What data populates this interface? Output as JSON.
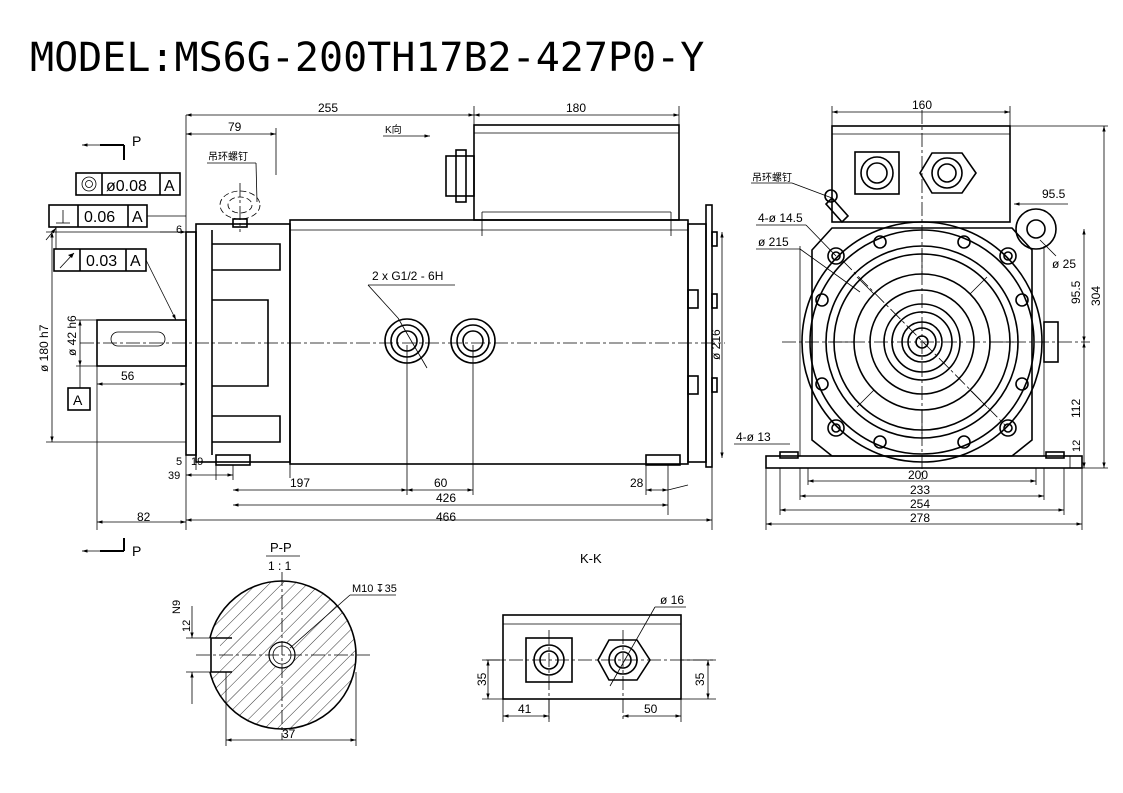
{
  "title": "MODEL:MS6G-200TH17B2-427P0-Y",
  "front_view": {
    "dims": {
      "d255": "255",
      "d180": "180",
      "d79": "79",
      "d6": "6",
      "d5": "5",
      "d39": "39",
      "d19": "19",
      "d197": "197",
      "d60": "60",
      "d426": "426",
      "d466": "466",
      "d82": "82",
      "d56": "56",
      "d28": "28",
      "shaft_dia": "ø 42 h6",
      "flange_dia": "ø 180 h7",
      "rear_dia": "ø 216"
    },
    "k_dir": "K向",
    "lifting_bolt": "吊环螺钉",
    "ports": "2 x G1/2 - 6H",
    "tolerances": {
      "runout_value": "ø0.08",
      "runout_datum": "A",
      "perp_value": "0.06",
      "perp_datum": "A",
      "circ_value": "0.03",
      "circ_datum": "A",
      "datum": "A"
    },
    "section_mark": "P"
  },
  "side_view": {
    "dims": {
      "d160": "160",
      "d95_5a": "95.5",
      "d95_5b": "95.5",
      "d304": "304",
      "d112": "112",
      "d12": "12",
      "d200": "200",
      "d233": "233",
      "d254": "254",
      "d278": "278",
      "holes_flange": "4-ø 14.5",
      "pcd": "ø 215",
      "eye_dia": "ø 25",
      "holes_base": "4-ø 13"
    },
    "lifting_bolt": "吊环螺钉"
  },
  "section_pp": {
    "title": "P-P",
    "scale": "1 : 1",
    "thread": "M10",
    "thread_depth": "35",
    "key_width": "N9",
    "d12": "12",
    "d37": "37"
  },
  "view_kk": {
    "title": "K-K",
    "dia16": "ø 16",
    "d35a": "35",
    "d35b": "35",
    "d41": "41",
    "d50": "50"
  }
}
